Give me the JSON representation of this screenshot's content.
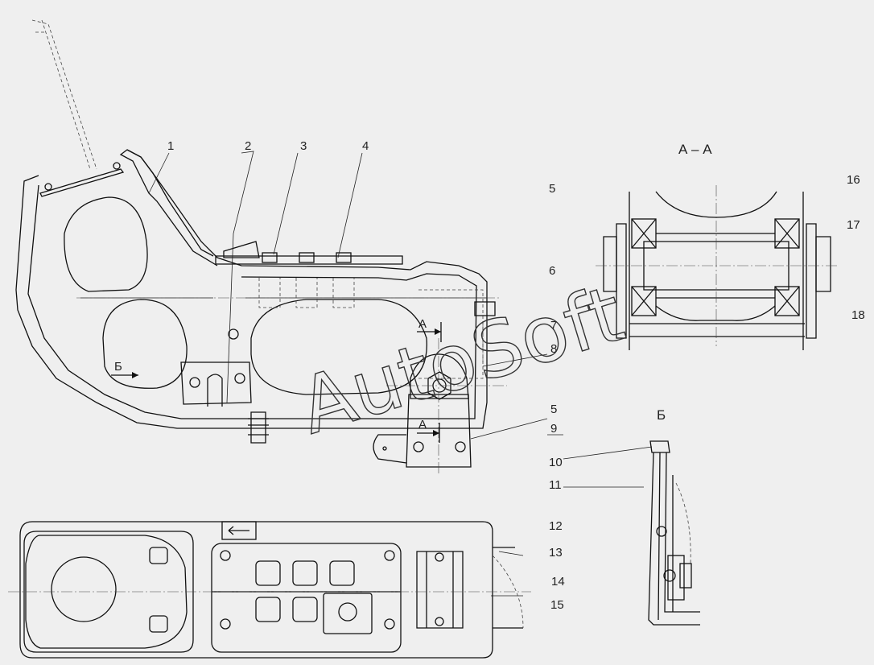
{
  "labels": {
    "n1": "1",
    "n2": "2",
    "n3": "3",
    "n4": "4",
    "n5a": "5",
    "n5b": "5",
    "n6": "6",
    "n7": "7",
    "n8": "8",
    "n9": "9",
    "n10": "10",
    "n11": "11",
    "n12": "12",
    "n13": "13",
    "n14": "14",
    "n15": "15",
    "n16": "16",
    "n17": "17",
    "n18": "18"
  },
  "section_titles": {
    "section_aa": "А – А",
    "view_b": "Б"
  },
  "markers": {
    "a_top": "А",
    "a_bottom": "А",
    "b_arrow": "Б"
  },
  "watermark": "AutoSoft"
}
